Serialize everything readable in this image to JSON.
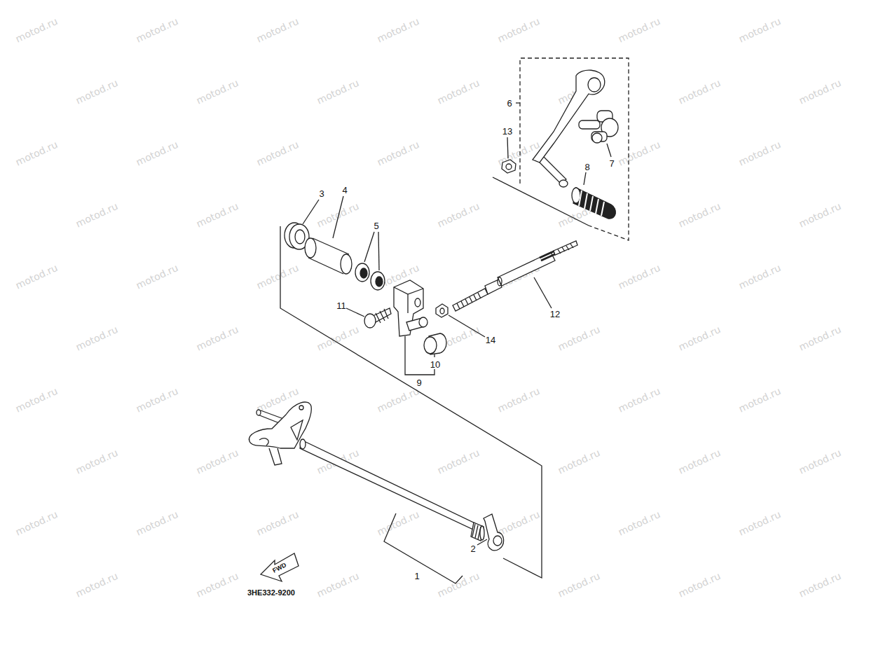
{
  "diagram": {
    "labels": [
      "1",
      "2",
      "3",
      "4",
      "5",
      "6",
      "7",
      "8",
      "9",
      "10",
      "11",
      "12",
      "13",
      "14",
      "FWD",
      "3HE332-9200",
      "motod.ru",
      "motod.ru",
      "motod.ru",
      "motod.ru",
      "motod.ru",
      "motod.ru",
      "motod.ru",
      "motod.ru",
      "motod.ru",
      "motod.ru",
      "motod.ru",
      "motod.ru",
      "motod.ru",
      "motod.ru",
      "motod.ru",
      "motod.ru",
      "motod.ru",
      "motod.ru",
      "motod.ru",
      "motod.ru",
      "motod.ru",
      "motod.ru",
      "motod.ru",
      "motod.ru",
      "motod.ru",
      "motod.ru",
      "motod.ru",
      "motod.ru",
      "motod.ru",
      "motod.ru",
      "motod.ru",
      "motod.ru",
      "motod.ru",
      "motod.ru",
      "motod.ru",
      "motod.ru",
      "motod.ru",
      "motod.ru",
      "motod.ru",
      "motod.ru",
      "motod.ru",
      "motod.ru",
      "motod.ru",
      "motod.ru",
      "motod.ru",
      "motod.ru",
      "motod.ru",
      "motod.ru",
      "motod.ru",
      "motod.ru",
      "motod.ru",
      "motod.ru",
      "motod.ru",
      "motod.ru",
      "motod.ru",
      "motod.ru",
      "motod.ru",
      "motod.ru",
      "motod.ru",
      "motod.ru",
      "motod.ru",
      "motod.ru",
      "motod.ru",
      "motod.ru",
      "motod.ru",
      "motod.ru",
      "motod.ru",
      "motod.ru",
      "motod.ru",
      "motod.ru"
    ]
  }
}
